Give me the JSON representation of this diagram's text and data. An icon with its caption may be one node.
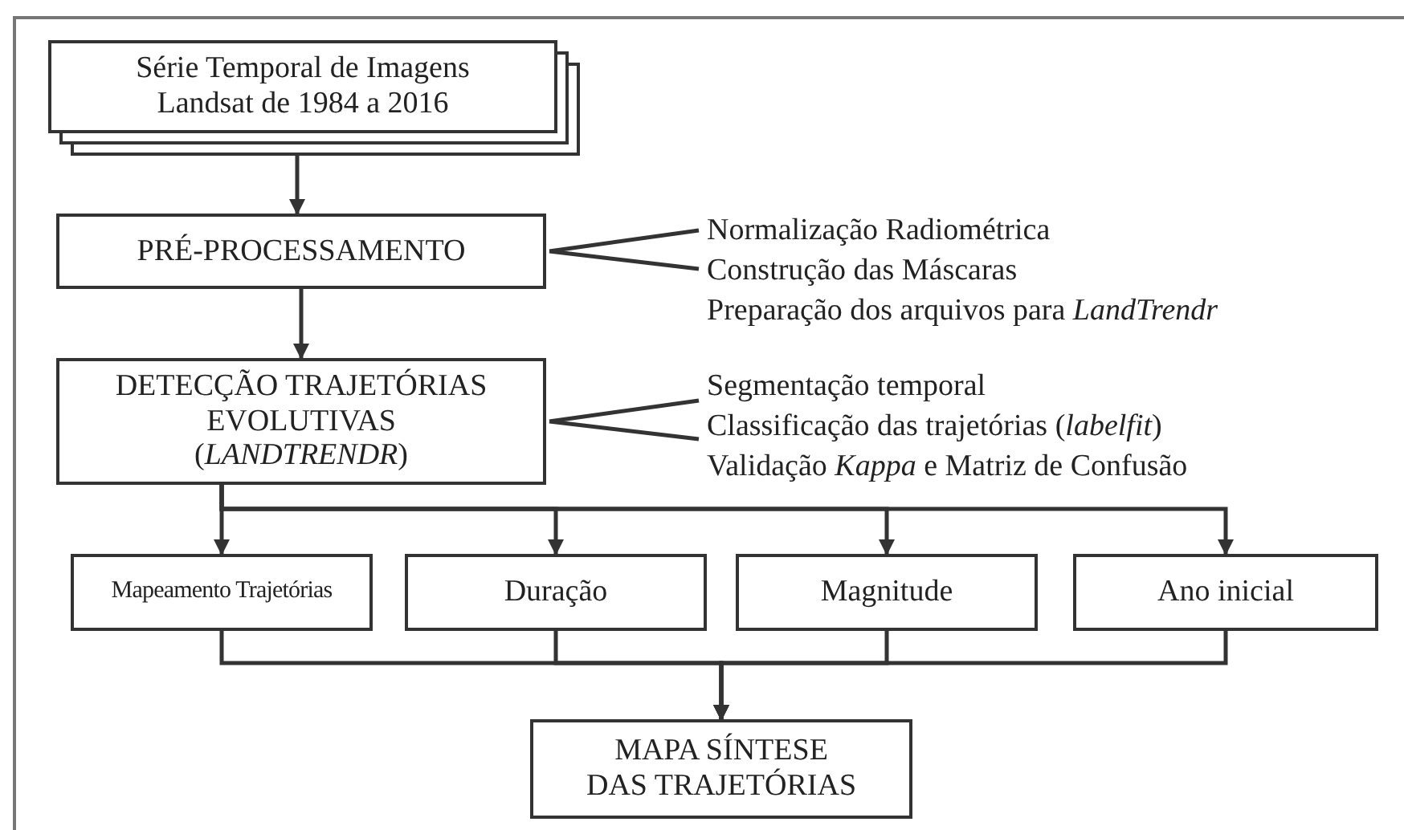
{
  "diagram": {
    "nodes": [
      {
        "text": [
          "Série Temporal de Imagens Landsat de 1984 a 2016"
        ]
      },
      {
        "text": [
          "PRÉ-PROCESSAMENTO"
        ]
      },
      {
        "text": [
          "Normalização Radiométrica",
          "Construção das Máscaras",
          "Preparação dos arquivos para *LandTrendr*"
        ]
      },
      {
        "text": [
          "DETECÇÃO TRAJETÓRIAS EVOLUTIVAS (*LANDTRENDR*)"
        ]
      },
      {
        "text": [
          "Segmentação temporal",
          "Classificação das trajetórias (*labelfit*)",
          "Validação *Kappa* e Matriz de Confusão"
        ]
      },
      {
        "text": [
          "Mapeamento Trajetórias"
        ]
      },
      {
        "text": [
          "Duração"
        ]
      },
      {
        "text": [
          "Magnitude"
        ]
      },
      {
        "text": [
          "Ano inicial"
        ]
      },
      {
        "text": [
          "MAPA SÍNTESE DAS TRAJETÓRIAS"
        ]
      }
    ],
    "edges": [
      {
        "from": 0,
        "to": 1,
        "arrow": "to"
      },
      {
        "from": 1,
        "to": 2,
        "arrow": "none"
      },
      {
        "from": 1,
        "to": 3,
        "arrow": "to"
      },
      {
        "from": 3,
        "to": 4,
        "arrow": "none"
      },
      {
        "from": 3,
        "to": 5,
        "arrow": "to"
      },
      {
        "from": 3,
        "to": 6,
        "arrow": "to"
      },
      {
        "from": 3,
        "to": 7,
        "arrow": "to"
      },
      {
        "from": 3,
        "to": 8,
        "arrow": "to"
      },
      {
        "from": 5,
        "to": 9,
        "arrow": "to"
      },
      {
        "from": 6,
        "to": 9,
        "arrow": "to"
      },
      {
        "from": 7,
        "to": 9,
        "arrow": "to"
      },
      {
        "from": 8,
        "to": 9,
        "arrow": "to"
      }
    ]
  }
}
